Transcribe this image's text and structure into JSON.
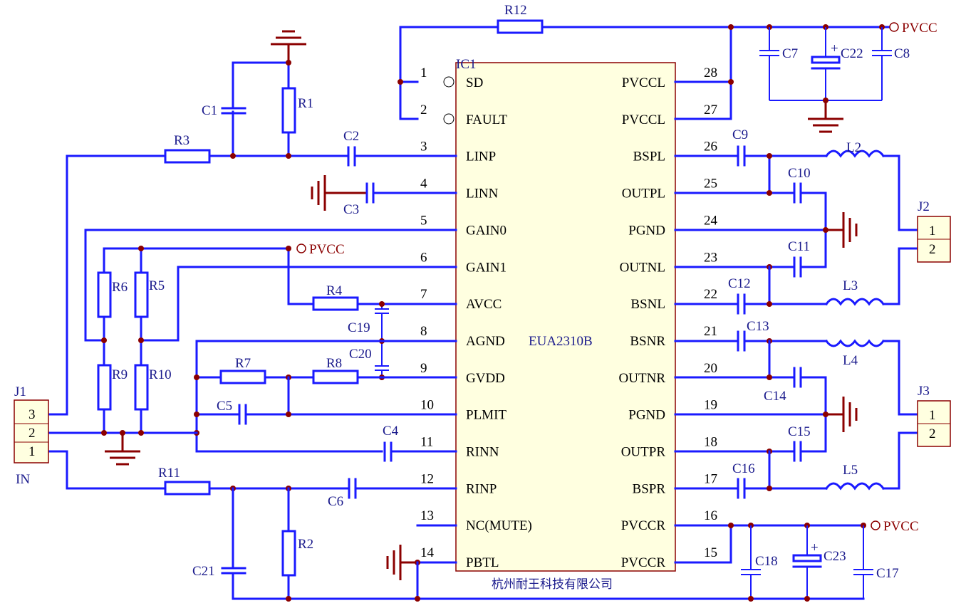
{
  "ic": {
    "designator": "IC1",
    "part": "EUA2310B",
    "left_pins": [
      {
        "num": "1",
        "name": "SD"
      },
      {
        "num": "2",
        "name": "FAULT"
      },
      {
        "num": "3",
        "name": "LINP"
      },
      {
        "num": "4",
        "name": "LINN"
      },
      {
        "num": "5",
        "name": "GAIN0"
      },
      {
        "num": "6",
        "name": "GAIN1"
      },
      {
        "num": "7",
        "name": "AVCC"
      },
      {
        "num": "8",
        "name": "AGND"
      },
      {
        "num": "9",
        "name": "GVDD"
      },
      {
        "num": "10",
        "name": "PLMIT"
      },
      {
        "num": "11",
        "name": "RINN"
      },
      {
        "num": "12",
        "name": "RINP"
      },
      {
        "num": "13",
        "name": "NC(MUTE)"
      },
      {
        "num": "14",
        "name": "PBTL"
      }
    ],
    "right_pins": [
      {
        "num": "28",
        "name": "PVCCL"
      },
      {
        "num": "27",
        "name": "PVCCL"
      },
      {
        "num": "26",
        "name": "BSPL"
      },
      {
        "num": "25",
        "name": "OUTPL"
      },
      {
        "num": "24",
        "name": "PGND"
      },
      {
        "num": "23",
        "name": "OUTNL"
      },
      {
        "num": "22",
        "name": "BSNL"
      },
      {
        "num": "21",
        "name": "BSNR"
      },
      {
        "num": "20",
        "name": "OUTNR"
      },
      {
        "num": "19",
        "name": "PGND"
      },
      {
        "num": "18",
        "name": "OUTPR"
      },
      {
        "num": "17",
        "name": "BSPR"
      },
      {
        "num": "16",
        "name": "PVCCR"
      },
      {
        "num": "15",
        "name": "PVCCR"
      }
    ]
  },
  "parts": {
    "R1": "R1",
    "R2": "R2",
    "R3": "R3",
    "R4": "R4",
    "R5": "R5",
    "R6": "R6",
    "R7": "R7",
    "R8": "R8",
    "R9": "R9",
    "R10": "R10",
    "R11": "R11",
    "R12": "R12",
    "C1": "C1",
    "C2": "C2",
    "C3": "C3",
    "C4": "C4",
    "C5": "C5",
    "C6": "C6",
    "C7": "C7",
    "C8": "C8",
    "C9": "C9",
    "C10": "C10",
    "C11": "C11",
    "C12": "C12",
    "C13": "C13",
    "C14": "C14",
    "C15": "C15",
    "C16": "C16",
    "C17": "C17",
    "C18": "C18",
    "C19": "C19",
    "C20": "C20",
    "C21": "C21",
    "C22": "C22",
    "C23": "C23",
    "L2": "L2",
    "L3": "L3",
    "L4": "L4",
    "L5": "L5"
  },
  "connectors": {
    "J1": {
      "label": "J1",
      "pins": [
        "3",
        "2",
        "1"
      ],
      "caption": "IN"
    },
    "J2": {
      "label": "J2",
      "pins": [
        "1",
        "2"
      ]
    },
    "J3": {
      "label": "J3",
      "pins": [
        "1",
        "2"
      ]
    }
  },
  "nets": {
    "pvcc_top": "PVCC",
    "pvcc_mid": "PVCC",
    "pvcc_bottom": "PVCC"
  },
  "company": "杭州耐王科技有限公司",
  "colors": {
    "wire": "#1a1aff",
    "junction": "#8b0000",
    "ground": "#8b0000",
    "ic_fill": "#ffffe0",
    "label": "#1a1a8c"
  }
}
